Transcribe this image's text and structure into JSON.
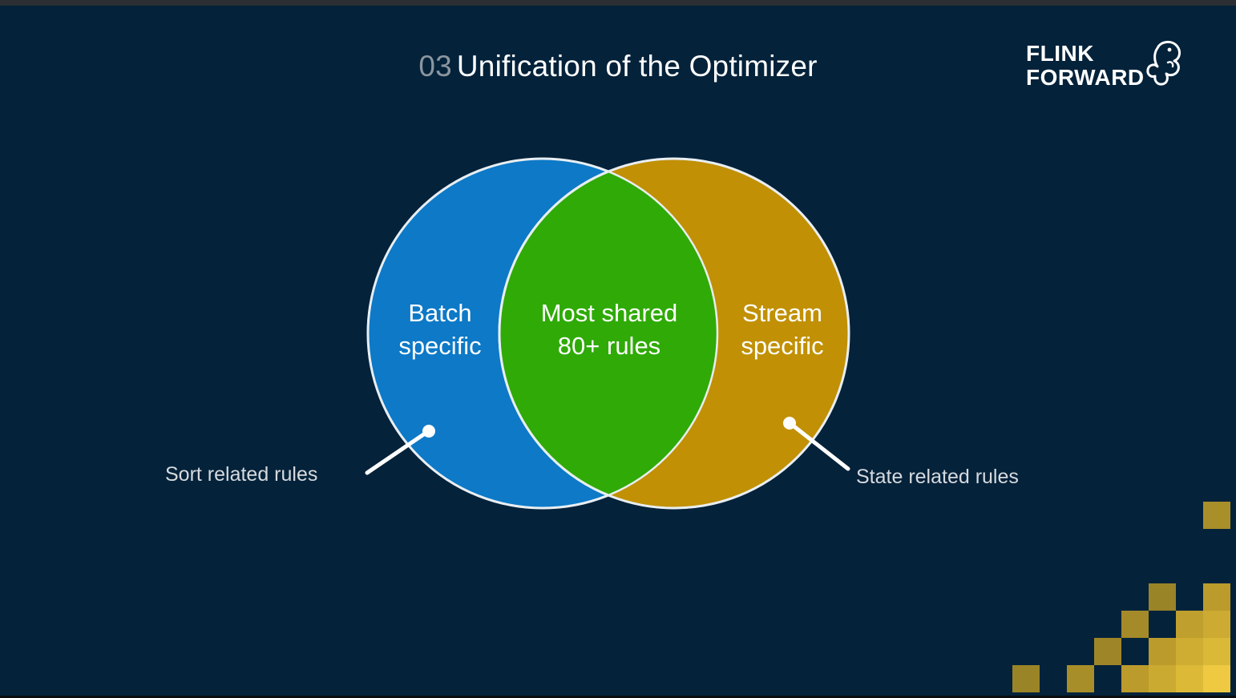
{
  "slide": {
    "background_color": "#04223a",
    "title": {
      "number": "03",
      "number_color": "#8a96a0",
      "text": "Unification of the Optimizer",
      "text_color": "#ffffff"
    },
    "logo": {
      "line1": "FLINK",
      "line2": "FORWARD",
      "icon": "squirrel-icon",
      "color": "#ffffff"
    }
  },
  "venn": {
    "left_circle": {
      "label": "Batch\nspecific",
      "color": "#0d79c7",
      "stroke": "#e8eef2"
    },
    "right_circle": {
      "label": "Stream\nspecific",
      "color": "#c19005",
      "stroke": "#e8eef2"
    },
    "intersection": {
      "label": "Most shared\n80+ rules",
      "color": "#2faa07"
    },
    "label_color": "#ffffff"
  },
  "callouts": [
    {
      "label": "Sort related rules",
      "points_to": "left_circle",
      "color": "#d6dade"
    },
    {
      "label": "State related rules",
      "points_to": "right_circle",
      "color": "#d6dade"
    }
  ],
  "decoration": {
    "name": "corner-mosaic",
    "cell_size": 34,
    "colors": [
      "#9a8428",
      "#b2932a",
      "#c2a32f",
      "#cfae33",
      "#dcba38",
      "#e9c63e",
      "#f2ce45"
    ],
    "tiles": [
      {
        "col": 7,
        "row": 0,
        "color": "#a98f29"
      },
      {
        "col": 5,
        "row": 3,
        "color": "#9a8428"
      },
      {
        "col": 7,
        "row": 3,
        "color": "#bb9b2c"
      },
      {
        "col": 4,
        "row": 4,
        "color": "#a48a28"
      },
      {
        "col": 6,
        "row": 4,
        "color": "#bf9f2e"
      },
      {
        "col": 7,
        "row": 4,
        "color": "#cdab33"
      },
      {
        "col": 3,
        "row": 5,
        "color": "#9e8628"
      },
      {
        "col": 5,
        "row": 5,
        "color": "#bb9b2c"
      },
      {
        "col": 6,
        "row": 5,
        "color": "#cfad33"
      },
      {
        "col": 7,
        "row": 5,
        "color": "#dab938"
      },
      {
        "col": 0,
        "row": 6,
        "color": "#9a8428"
      },
      {
        "col": 2,
        "row": 6,
        "color": "#a88e29"
      },
      {
        "col": 4,
        "row": 6,
        "color": "#bb9b2c"
      },
      {
        "col": 5,
        "row": 6,
        "color": "#cbaa32"
      },
      {
        "col": 6,
        "row": 6,
        "color": "#dcba38"
      },
      {
        "col": 7,
        "row": 6,
        "color": "#eec941"
      }
    ]
  }
}
